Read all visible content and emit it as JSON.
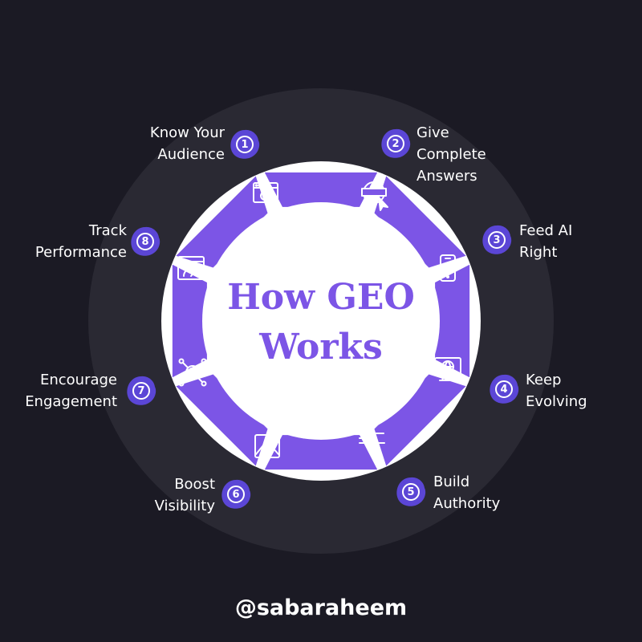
{
  "title": {
    "line1": "How GEO",
    "line2": "Works"
  },
  "handle": "@sabaraheem",
  "colors": {
    "background": "#1b1a24",
    "outer_circle": "#2a2933",
    "segment": "#7c55e6",
    "title": "#7c55e6",
    "badge": "#5b46d6",
    "text": "#ffffff"
  },
  "steps": [
    {
      "number": "1",
      "label": "Know Your\nAudience",
      "icon": "browser-search-icon"
    },
    {
      "number": "2",
      "label": "Give\nComplete\nAnswers",
      "icon": "globe-www-cursor-icon"
    },
    {
      "number": "3",
      "label": "Feed AI\nRight",
      "icon": "smartphone-icon"
    },
    {
      "number": "4",
      "label": "Keep\nEvolving",
      "icon": "monitor-globe-icon"
    },
    {
      "number": "5",
      "label": "Build\nAuthority",
      "icon": "keyword-search-icon"
    },
    {
      "number": "6",
      "label": "Boost\nVisibility",
      "icon": "image-icon"
    },
    {
      "number": "7",
      "label": "Encourage\nEngagement",
      "icon": "link-network-icon"
    },
    {
      "number": "8",
      "label": "Track\nPerformance",
      "icon": "browser-speedometer-icon"
    }
  ]
}
